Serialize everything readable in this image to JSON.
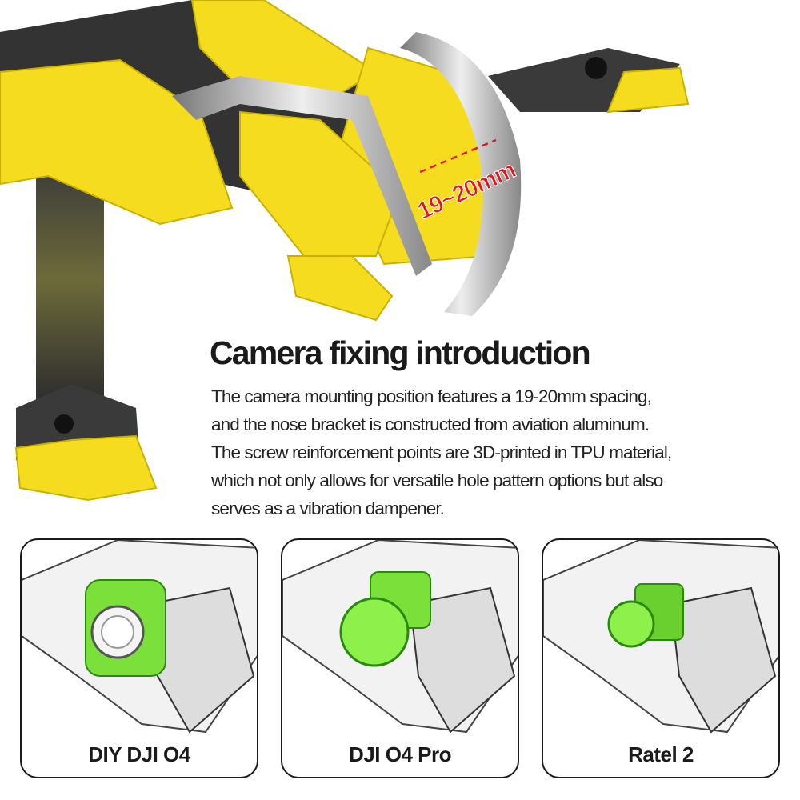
{
  "hero": {
    "measurement_label": "19~20mm"
  },
  "heading": "Camera fixing introduction",
  "body_lines": [
    "The camera mounting position features a 19-20mm spacing,",
    "and the nose bracket is constructed from aviation aluminum.",
    "The screw reinforcement points are 3D-printed in TPU material,",
    "which not only allows for versatile hole pattern options but also",
    "serves as a vibration dampener."
  ],
  "cards": [
    {
      "label": "DIY DJI O4"
    },
    {
      "label": "DJI O4 Pro"
    },
    {
      "label": "Ratel 2"
    }
  ],
  "colors": {
    "yellow": "#f5dc1e",
    "carbon": "#3a3a3a",
    "aluminum": "#b9b9b9",
    "accent_red": "#e8141c",
    "camera_green": "#7be03a"
  }
}
